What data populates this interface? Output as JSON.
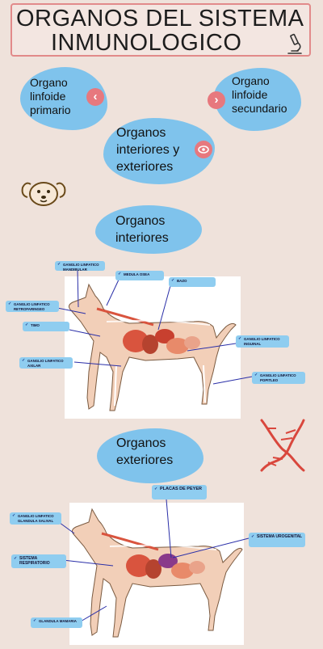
{
  "title": {
    "line1": "ORGANOS DEL SISTEMA",
    "line2": "INMUNOLOGICO"
  },
  "icons": {
    "title": "microscope-icon",
    "left_button": "chevron-left-icon",
    "right_button": "chevron-right-icon",
    "eye_button": "eye-icon",
    "dog": "dog-face-icon",
    "dna": "dna-icon"
  },
  "bubbles": {
    "primario": "Organo linfoide primario",
    "secundario": "Organo linfoide secundario",
    "interiores_exteriores": "Organos interiores y exteriores",
    "interiores": "Organos interiores",
    "exteriores": "Organos exteriores"
  },
  "interior_labels": {
    "mandibular": "GANGLIO LINFATICO MANDIBULAR",
    "medula": "MEDULA OSEA",
    "bazo": "BAZO",
    "retrofaringeo": "GANGLIO LINFATICO RETROFARINGEO",
    "timo": "TIMO",
    "inguinal": "GANGLIO LINFATICO INGUINAL",
    "axilar": "GANGLIO LINFATICO AXILAR",
    "popliteo": "GANGLIO LINFATICO POPITLEO"
  },
  "exterior_labels": {
    "peyer": "PLACAS DE PEYER",
    "salival": "GANGLIO LINFATICO GLANDULA SALIVAL",
    "urogenital": "SISTEMA UROGENITAL",
    "respiratorio": "SISTEMA RESPIRATORIO",
    "mamaria": "GLANDULA MAMARIA"
  },
  "colors": {
    "background": "#efe2db",
    "bubble": "#7fc3ec",
    "accent": "#e7787e",
    "title_border": "#e28a8a",
    "leader": "#2a2fa8"
  }
}
